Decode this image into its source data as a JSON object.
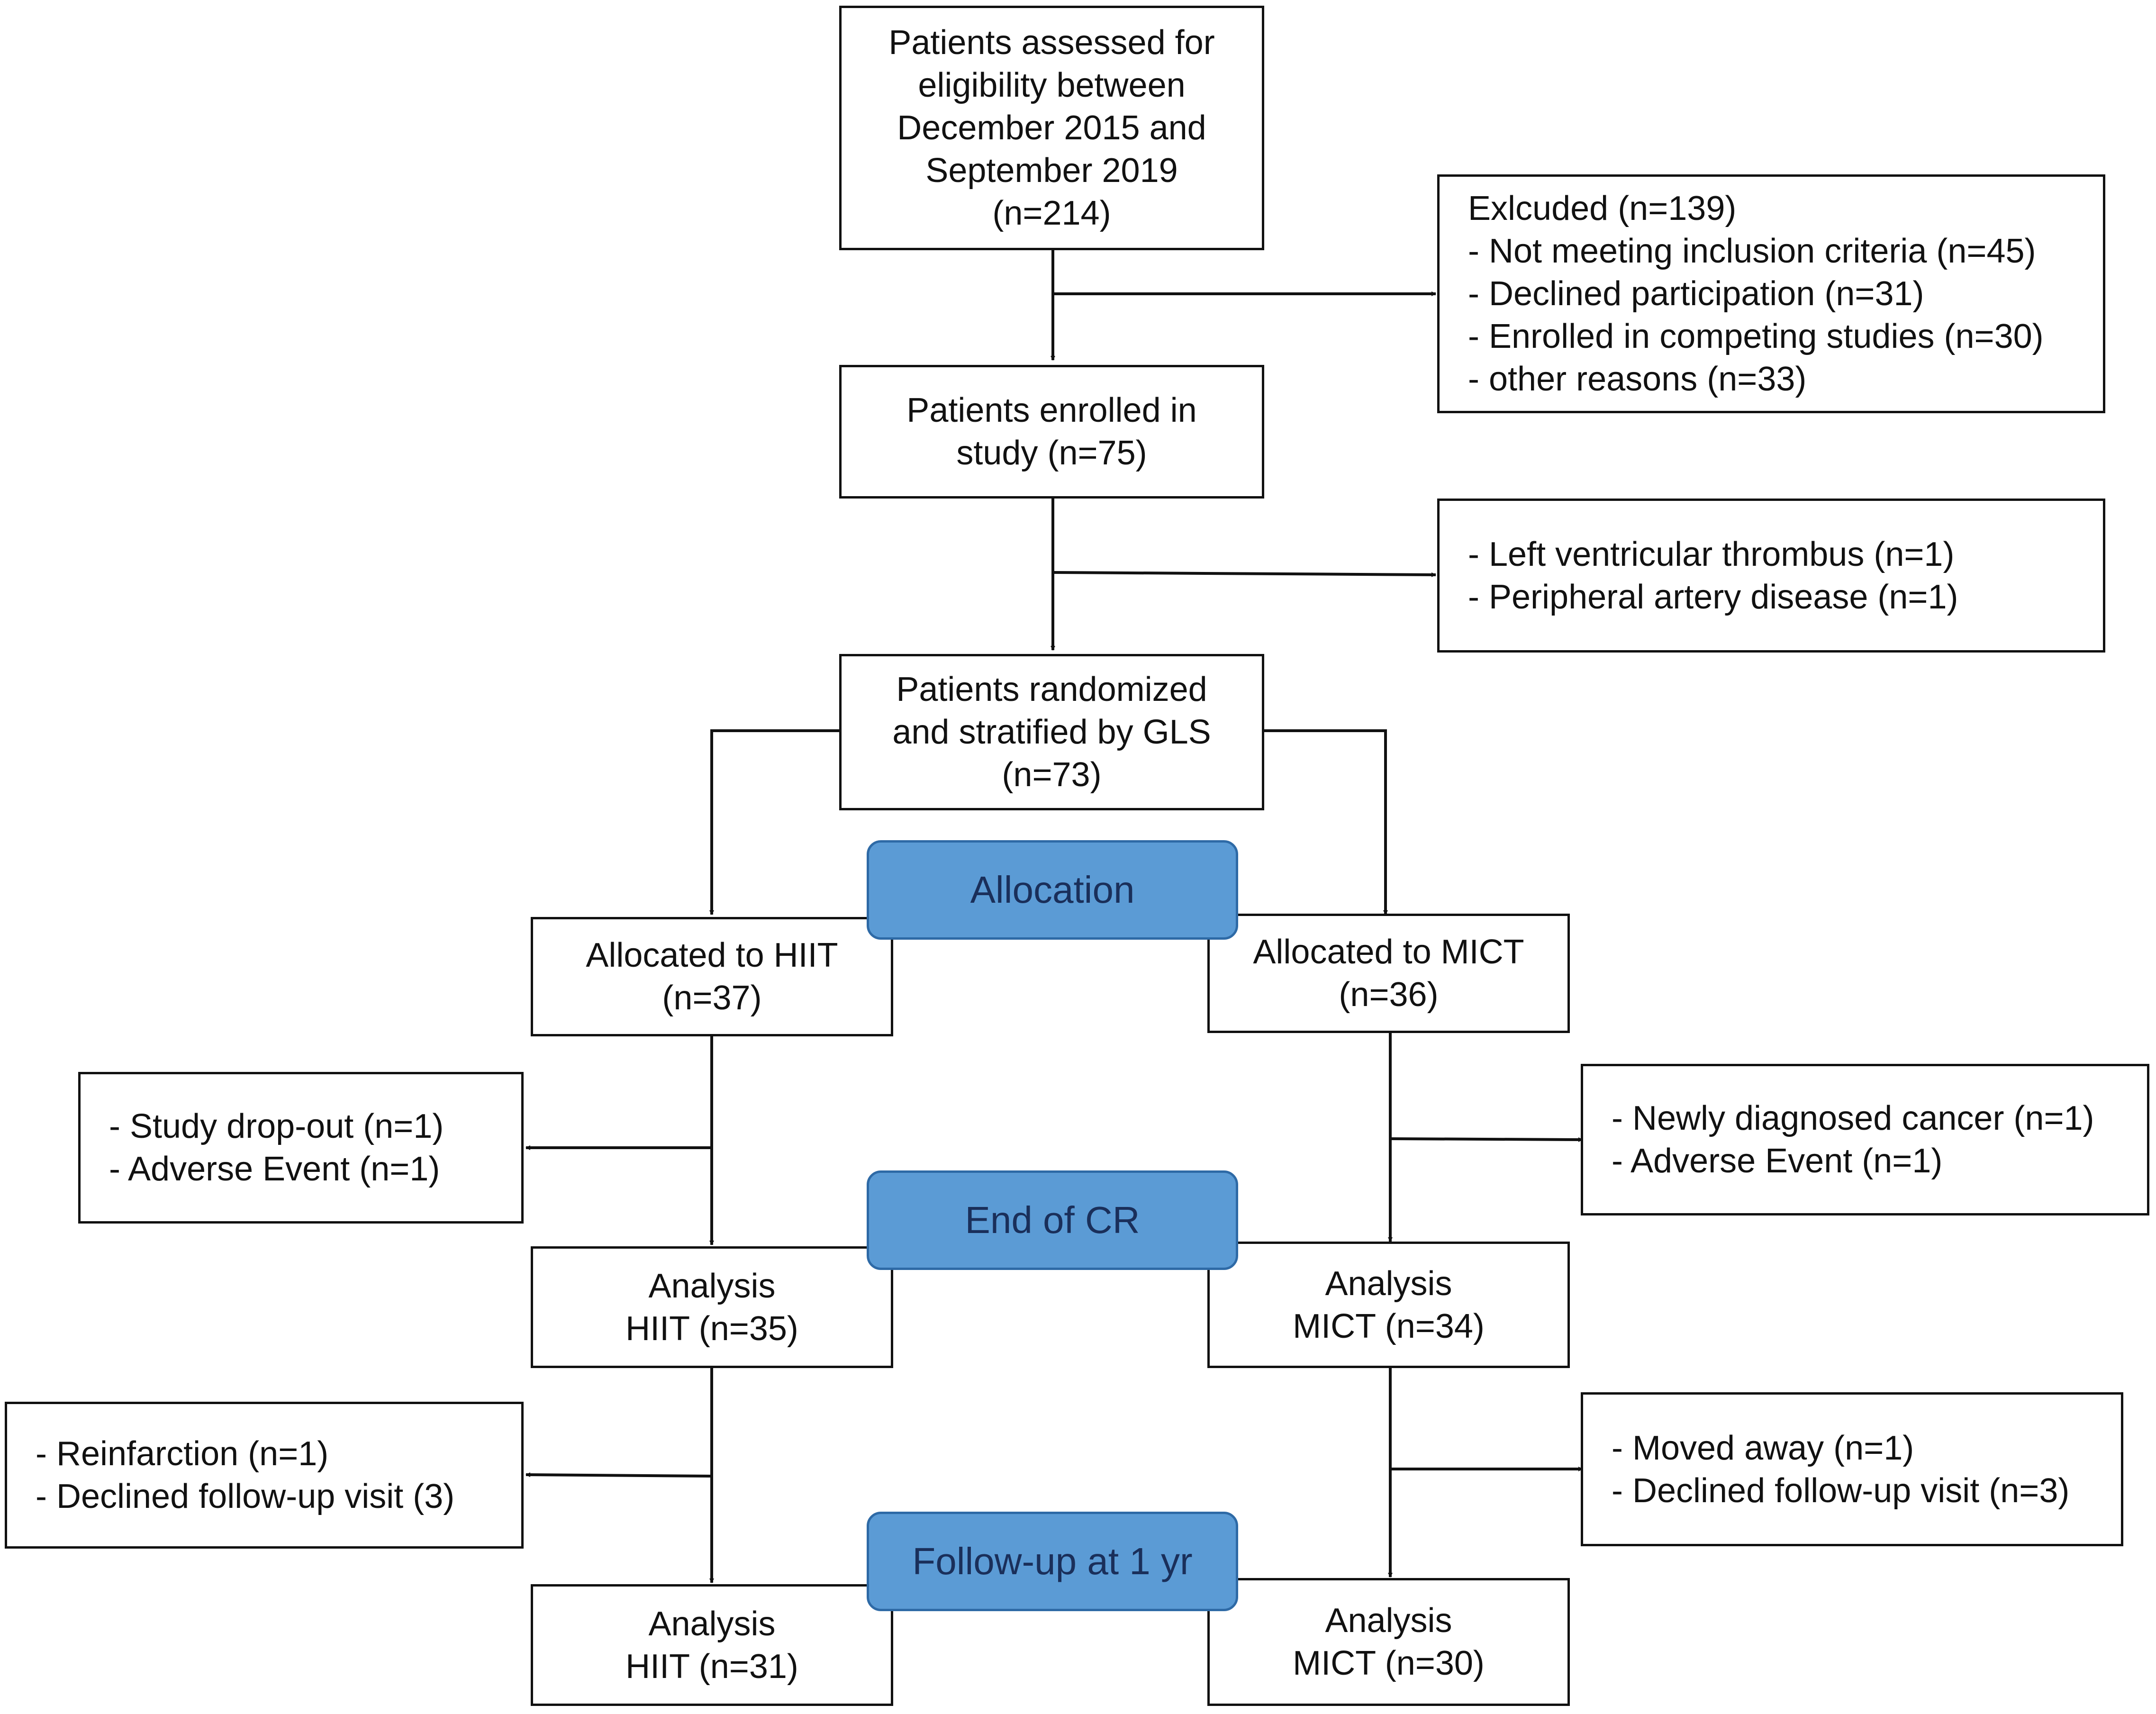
{
  "boxes": {
    "assessed": [
      "Patients assessed for",
      "eligibility between",
      "December 2015 and",
      "September 2019",
      "(n=214)"
    ],
    "excluded": [
      "Exlcuded (n=139)",
      "- Not meeting inclusion criteria (n=45)",
      "- Declined participation (n=31)",
      "- Enrolled in competing studies (n=30)",
      "- other reasons (n=33)"
    ],
    "enrolled": [
      "Patients enrolled in",
      "study (n=75)"
    ],
    "enroll_excluded": [
      "- Left ventricular thrombus (n=1)",
      "- Peripheral artery disease (n=1)"
    ],
    "randomized": [
      "Patients randomized",
      "and stratified by GLS",
      "(n=73)"
    ],
    "alloc_hiit": [
      "Allocated to HIIT",
      "(n=37)"
    ],
    "alloc_mict": [
      "Allocated to MICT",
      "(n=36)"
    ],
    "hiit_loss_cr": [
      "- Study drop-out (n=1)",
      "- Adverse Event (n=1)"
    ],
    "mict_loss_cr": [
      "- Newly diagnosed cancer (n=1)",
      "- Adverse Event (n=1)"
    ],
    "analysis_hiit_cr": [
      "Analysis",
      "HIIT  (n=35)"
    ],
    "analysis_mict_cr": [
      "Analysis",
      "MICT   (n=34)"
    ],
    "hiit_loss_fu": [
      "- Reinfarction (n=1)",
      "- Declined  follow-up visit (3)"
    ],
    "mict_loss_fu": [
      "- Moved  away (n=1)",
      "- Declined  follow-up visit (n=3)"
    ],
    "analysis_hiit_fu": [
      "Analysis",
      "HIIT  (n=31)"
    ],
    "analysis_mict_fu": [
      "Analysis",
      "MICT  (n=30)"
    ]
  },
  "stages": {
    "allocation": "Allocation",
    "end_of_cr": "End of CR",
    "follow_up": "Follow-up at 1 yr"
  },
  "colors": {
    "stage_fill": "#5b9bd5",
    "stage_border": "#2e6aa6",
    "stage_text": "#1a2f5a",
    "line": "#111111"
  }
}
